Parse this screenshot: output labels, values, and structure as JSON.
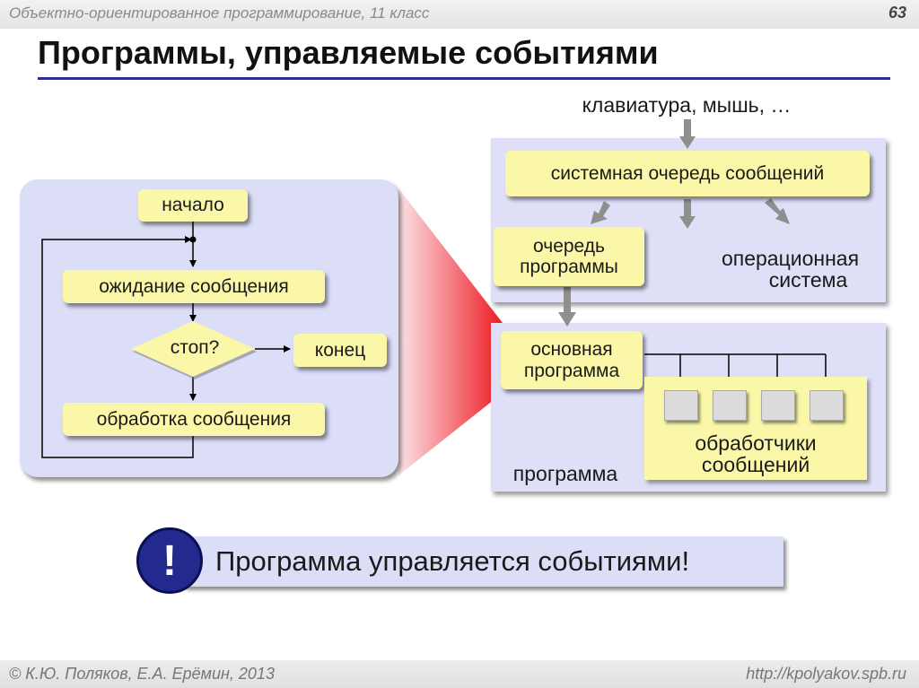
{
  "header": {
    "course": "Объектно-ориентированное программирование, 11 класс",
    "page_number": "63"
  },
  "title": "Программы, управляемые событиями",
  "flowchart": {
    "start": "начало",
    "wait": "ожидание сообщения",
    "decision": "стоп?",
    "end": "конец",
    "process": "обработка сообщения"
  },
  "system": {
    "input_devices": "клавиатура, мышь, …",
    "system_queue": "системная очередь сообщений",
    "program_queue_line1": "очередь",
    "program_queue_line2": "программы",
    "os_label_line1": "операционная",
    "os_label_line2": "система",
    "main_program_line1": "основная",
    "main_program_line2": "программа",
    "handlers_line1": "обработчики",
    "handlers_line2": "сообщений",
    "program_label": "программа"
  },
  "banner": {
    "icon": "!",
    "text": "Программа управляется событиями!"
  },
  "footer": {
    "authors": "© К.Ю. Поляков, Е.А. Ерёмин, 2013",
    "url": "http://kpolyakov.spb.ru"
  },
  "colors": {
    "accent": "#2b2f8f",
    "box_fill": "#fbf7a8",
    "panel_fill": "#dcddf6",
    "zoom_red": "#ee1c24",
    "badge": "#232a8e"
  },
  "icons": {
    "badge": "exclamation-icon"
  }
}
